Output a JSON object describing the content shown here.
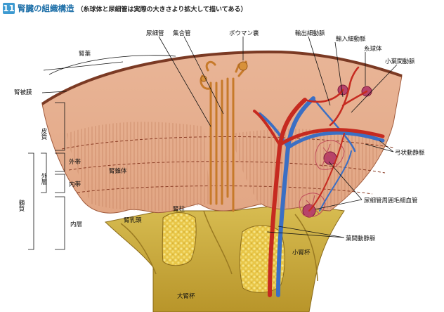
{
  "title": {
    "number": "11",
    "main": "腎臓の組織構造",
    "sub": "（糸球体と尿細管は実際の大きさより拡大して描いてある）"
  },
  "labels": {
    "renal_lobe": "腎葉",
    "renal_capsule": "腎被膜",
    "cortex": "皮質",
    "outer_stripe": "外帯",
    "inner_stripe": "内帯",
    "outer_zone": "外層",
    "inner_zone": "内層",
    "medulla": "髄質",
    "renal_pyramid": "腎錐体",
    "renal_papilla": "腎乳頭",
    "renal_column": "腎柱",
    "minor_calyx": "小腎杯",
    "major_calyx": "大腎杯",
    "renal_tubule": "尿細管",
    "collecting_duct": "集合管",
    "bowman_capsule": "ボウマン嚢",
    "efferent_arteriole": "輸出細動脈",
    "afferent_arteriole": "輸入細動脈",
    "glomerulus": "糸球体",
    "interlobular_artery": "小葉間動脈",
    "arcuate_vessels": "弓状動静脈",
    "peritubular_capillaries": "尿細管周囲毛細血管",
    "interlobar_vessels": "葉間動静脈"
  },
  "colors": {
    "title_accent": "#3d9ad1",
    "cortex": "#e8b393",
    "capsule": "#8a4a32",
    "fat": "#c9a93c",
    "artery": "#c62a20",
    "vein": "#3b6fc4",
    "tubule": "#d89540"
  }
}
